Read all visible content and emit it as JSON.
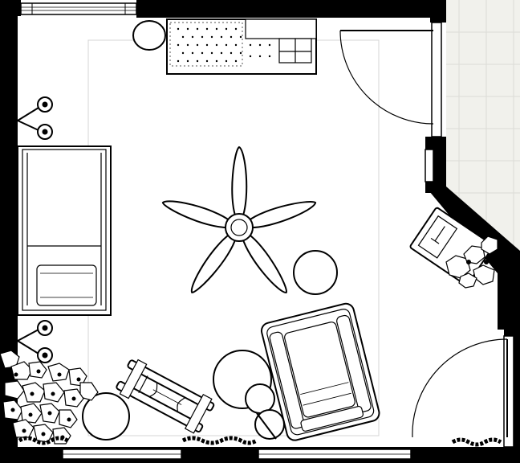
{
  "plan": {
    "colors": {
      "wall": "#000000",
      "floor": "#ffffff",
      "exterior": "#f1f1ec",
      "exterior_grid": "#dcdcd6",
      "rug_outline": "#d4d4d4"
    },
    "furniture": [
      {
        "name": "ceiling-fan",
        "icon": "five-blade-fan"
      },
      {
        "name": "daybed",
        "icon": "bed"
      },
      {
        "name": "armchair",
        "icon": "armchair"
      },
      {
        "name": "rocking-chair",
        "icon": "rocker"
      },
      {
        "name": "dresser",
        "icon": "dresser"
      },
      {
        "name": "corner-desk",
        "icon": "desk"
      },
      {
        "name": "potted-plant",
        "icon": "plant"
      },
      {
        "name": "side-table",
        "icon": "round-table"
      },
      {
        "name": "floor-lamp",
        "icon": "lamp"
      }
    ]
  }
}
